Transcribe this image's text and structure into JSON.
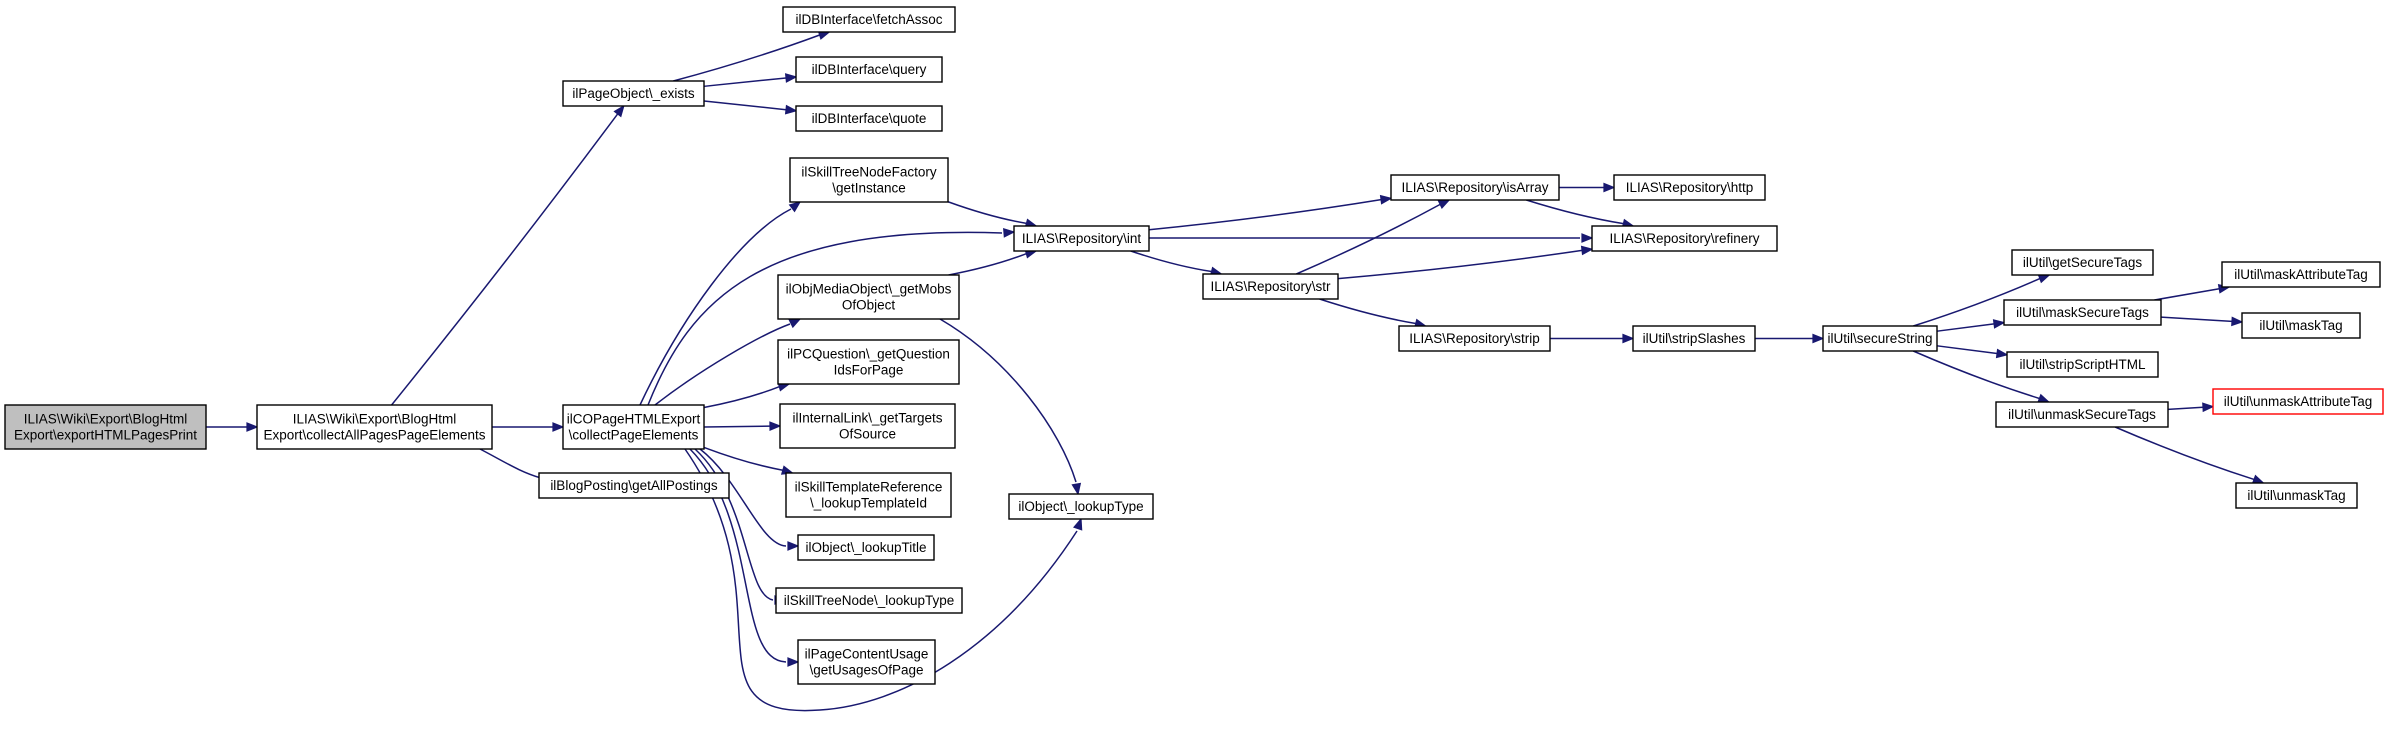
{
  "diagram": {
    "colors": {
      "edge": "#191970",
      "root_fill": "#bfbfbf",
      "node_fill": "#ffffff",
      "node_border": "#000000",
      "warning_border": "#ff0000"
    },
    "nodes": [
      {
        "id": "root",
        "lines": [
          "ILIAS\\Wiki\\Export\\BlogHtml",
          "Export\\exportHTMLPagesPrint"
        ],
        "style": "root"
      },
      {
        "id": "collectAll",
        "lines": [
          "ILIAS\\Wiki\\Export\\BlogHtml",
          "Export\\collectAllPagesPageElements"
        ]
      },
      {
        "id": "pageExists",
        "lines": [
          "ilPageObject\\_exists"
        ]
      },
      {
        "id": "fetchAssoc",
        "lines": [
          "ilDBInterface\\fetchAssoc"
        ]
      },
      {
        "id": "query",
        "lines": [
          "ilDBInterface\\query"
        ]
      },
      {
        "id": "quote",
        "lines": [
          "ilDBInterface\\quote"
        ]
      },
      {
        "id": "collectPage",
        "lines": [
          "ilCOPageHTMLExport",
          "\\collectPageElements"
        ]
      },
      {
        "id": "getAllPostings",
        "lines": [
          "ilBlogPosting\\getAllPostings"
        ]
      },
      {
        "id": "getInstance",
        "lines": [
          "ilSkillTreeNodeFactory",
          "\\getInstance"
        ]
      },
      {
        "id": "getMobs",
        "lines": [
          "ilObjMediaObject\\_getMobs",
          "OfObject"
        ]
      },
      {
        "id": "getQuestion",
        "lines": [
          "ilPCQuestion\\_getQuestion",
          "IdsForPage"
        ]
      },
      {
        "id": "getTargets",
        "lines": [
          "ilInternalLink\\_getTargets",
          "OfSource"
        ]
      },
      {
        "id": "lookupTemplate",
        "lines": [
          "ilSkillTemplateReference",
          "\\_lookupTemplateId"
        ]
      },
      {
        "id": "lookupTitle",
        "lines": [
          "ilObject\\_lookupTitle"
        ]
      },
      {
        "id": "skillLookupType",
        "lines": [
          "ilSkillTreeNode\\_lookupType"
        ]
      },
      {
        "id": "getUsages",
        "lines": [
          "ilPageContentUsage",
          "\\getUsagesOfPage"
        ]
      },
      {
        "id": "lookupType",
        "lines": [
          "ilObject\\_lookupType"
        ]
      },
      {
        "id": "repoInt",
        "lines": [
          "ILIAS\\Repository\\int"
        ]
      },
      {
        "id": "repoStr",
        "lines": [
          "ILIAS\\Repository\\str"
        ]
      },
      {
        "id": "repoIsArray",
        "lines": [
          "ILIAS\\Repository\\isArray"
        ]
      },
      {
        "id": "repoHttp",
        "lines": [
          "ILIAS\\Repository\\http"
        ]
      },
      {
        "id": "repoRefinery",
        "lines": [
          "ILIAS\\Repository\\refinery"
        ]
      },
      {
        "id": "repoStrip",
        "lines": [
          "ILIAS\\Repository\\strip"
        ]
      },
      {
        "id": "stripSlashes",
        "lines": [
          "ilUtil\\stripSlashes"
        ]
      },
      {
        "id": "secureString",
        "lines": [
          "ilUtil\\secureString"
        ]
      },
      {
        "id": "getSecureTags",
        "lines": [
          "ilUtil\\getSecureTags"
        ]
      },
      {
        "id": "maskSecureTags",
        "lines": [
          "ilUtil\\maskSecureTags"
        ]
      },
      {
        "id": "stripScriptHTML",
        "lines": [
          "ilUtil\\stripScriptHTML"
        ]
      },
      {
        "id": "unmaskSecureTags",
        "lines": [
          "ilUtil\\unmaskSecureTags"
        ]
      },
      {
        "id": "maskAttributeTag",
        "lines": [
          "ilUtil\\maskAttributeTag"
        ]
      },
      {
        "id": "maskTag",
        "lines": [
          "ilUtil\\maskTag"
        ]
      },
      {
        "id": "unmaskAttributeTag",
        "lines": [
          "ilUtil\\unmaskAttributeTag"
        ],
        "style": "red"
      },
      {
        "id": "unmaskTag",
        "lines": [
          "ilUtil\\unmaskTag"
        ]
      }
    ],
    "edges": [
      {
        "from": "root",
        "to": "collectAll"
      },
      {
        "from": "collectAll",
        "to": "pageExists"
      },
      {
        "from": "collectAll",
        "to": "collectPage"
      },
      {
        "from": "collectAll",
        "to": "getAllPostings"
      },
      {
        "from": "pageExists",
        "to": "fetchAssoc"
      },
      {
        "from": "pageExists",
        "to": "query"
      },
      {
        "from": "pageExists",
        "to": "quote"
      },
      {
        "from": "collectPage",
        "to": "getInstance"
      },
      {
        "from": "collectPage",
        "to": "repoInt"
      },
      {
        "from": "collectPage",
        "to": "getMobs"
      },
      {
        "from": "collectPage",
        "to": "getQuestion"
      },
      {
        "from": "collectPage",
        "to": "getTargets"
      },
      {
        "from": "collectPage",
        "to": "lookupTemplate"
      },
      {
        "from": "collectPage",
        "to": "lookupTitle"
      },
      {
        "from": "collectPage",
        "to": "skillLookupType"
      },
      {
        "from": "collectPage",
        "to": "getUsages"
      },
      {
        "from": "collectPage",
        "to": "lookupType"
      },
      {
        "from": "getInstance",
        "to": "repoInt"
      },
      {
        "from": "getMobs",
        "to": "repoInt"
      },
      {
        "from": "getMobs",
        "to": "lookupType"
      },
      {
        "from": "repoInt",
        "to": "repoIsArray"
      },
      {
        "from": "repoInt",
        "to": "repoRefinery"
      },
      {
        "from": "repoInt",
        "to": "repoStr"
      },
      {
        "from": "repoIsArray",
        "to": "repoHttp"
      },
      {
        "from": "repoIsArray",
        "to": "repoRefinery"
      },
      {
        "from": "repoStr",
        "to": "repoIsArray"
      },
      {
        "from": "repoStr",
        "to": "repoRefinery"
      },
      {
        "from": "repoStr",
        "to": "repoStrip"
      },
      {
        "from": "repoStrip",
        "to": "stripSlashes"
      },
      {
        "from": "stripSlashes",
        "to": "secureString"
      },
      {
        "from": "secureString",
        "to": "getSecureTags"
      },
      {
        "from": "secureString",
        "to": "maskSecureTags"
      },
      {
        "from": "secureString",
        "to": "stripScriptHTML"
      },
      {
        "from": "secureString",
        "to": "unmaskSecureTags"
      },
      {
        "from": "maskSecureTags",
        "to": "maskAttributeTag"
      },
      {
        "from": "maskSecureTags",
        "to": "maskTag"
      },
      {
        "from": "unmaskSecureTags",
        "to": "unmaskAttributeTag"
      },
      {
        "from": "unmaskSecureTags",
        "to": "unmaskTag"
      }
    ]
  }
}
